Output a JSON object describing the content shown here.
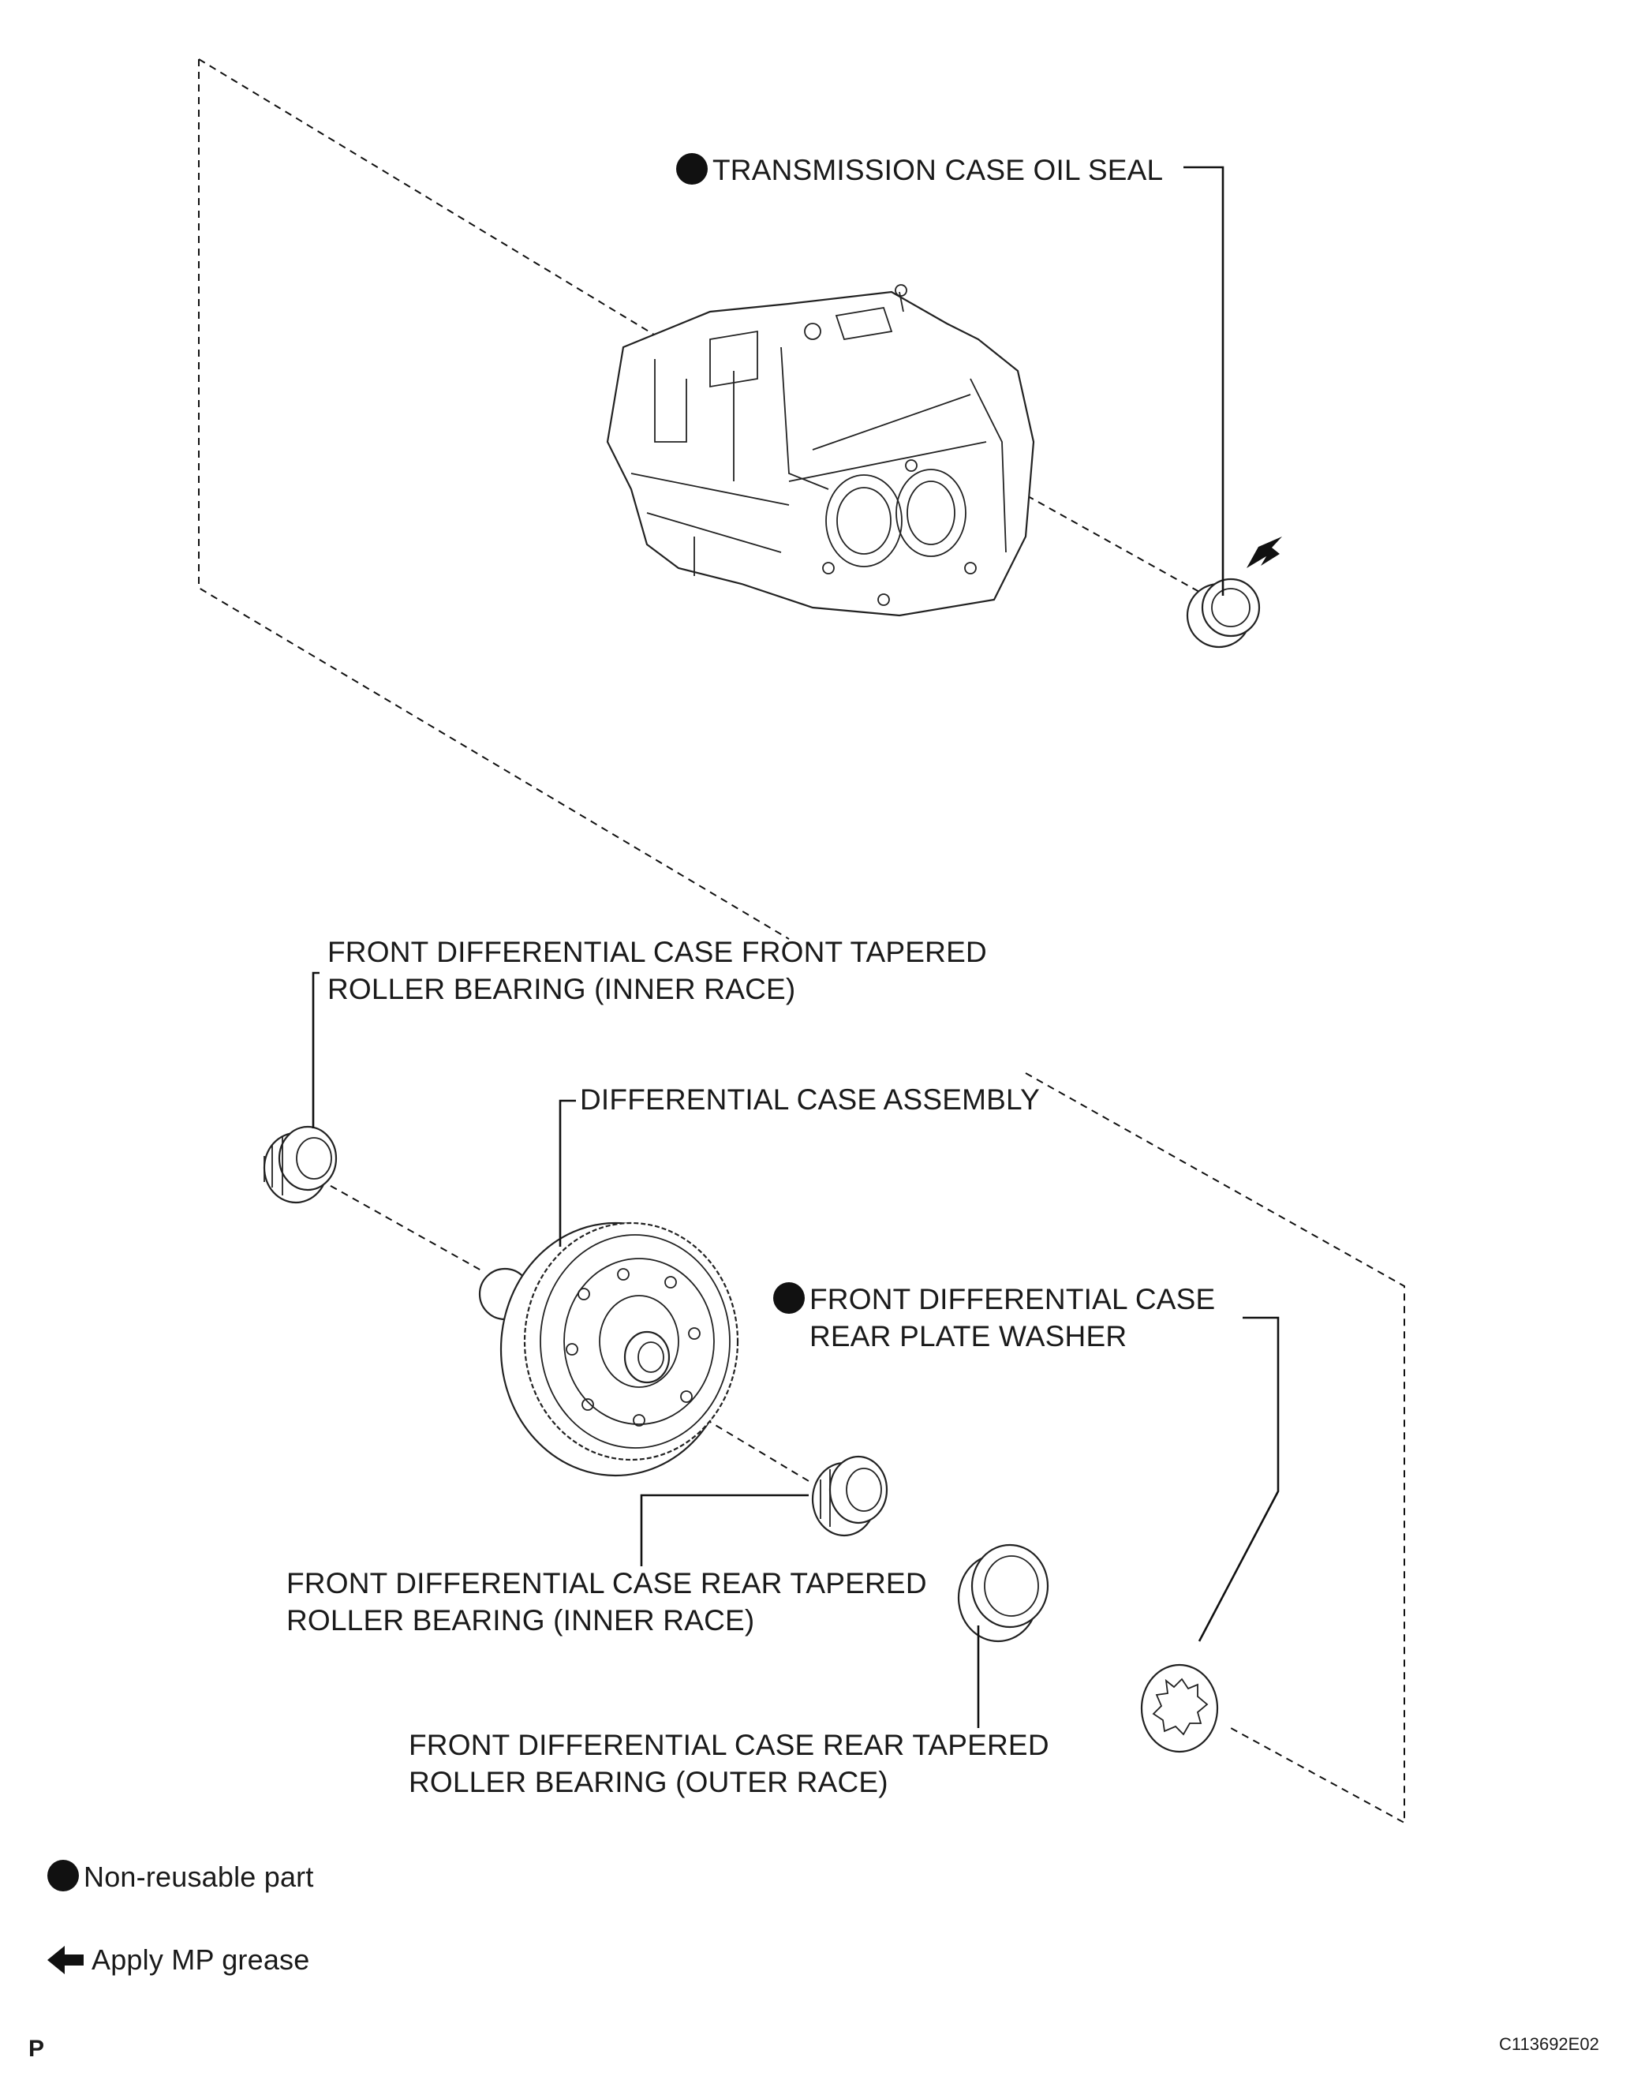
{
  "labels": {
    "oil_seal": "TRANSMISSION CASE OIL SEAL",
    "front_bearing_inner_1": "FRONT DIFFERENTIAL CASE FRONT TAPERED",
    "front_bearing_inner_2": "ROLLER BEARING (INNER RACE)",
    "diff_case": "DIFFERENTIAL CASE ASSEMBLY",
    "washer_1": "FRONT DIFFERENTIAL CASE",
    "washer_2": "REAR PLATE WASHER",
    "rear_bearing_inner_1": "FRONT DIFFERENTIAL CASE REAR TAPERED",
    "rear_bearing_inner_2": "ROLLER BEARING (INNER RACE)",
    "rear_bearing_outer_1": "FRONT DIFFERENTIAL CASE REAR TAPERED",
    "rear_bearing_outer_2": "ROLLER BEARING (OUTER RACE)"
  },
  "legend": {
    "non_reusable": "Non-reusable part",
    "grease": "Apply MP grease"
  },
  "footer": {
    "left_code": "P",
    "figure_id": "C113692E02"
  },
  "non_reusable_parts": [
    "oil_seal",
    "washer"
  ],
  "grease_points": [
    "oil_seal"
  ],
  "icons": {
    "non_reusable_marker": "filled-circle-icon",
    "grease_marker": "left-arrow-icon"
  }
}
